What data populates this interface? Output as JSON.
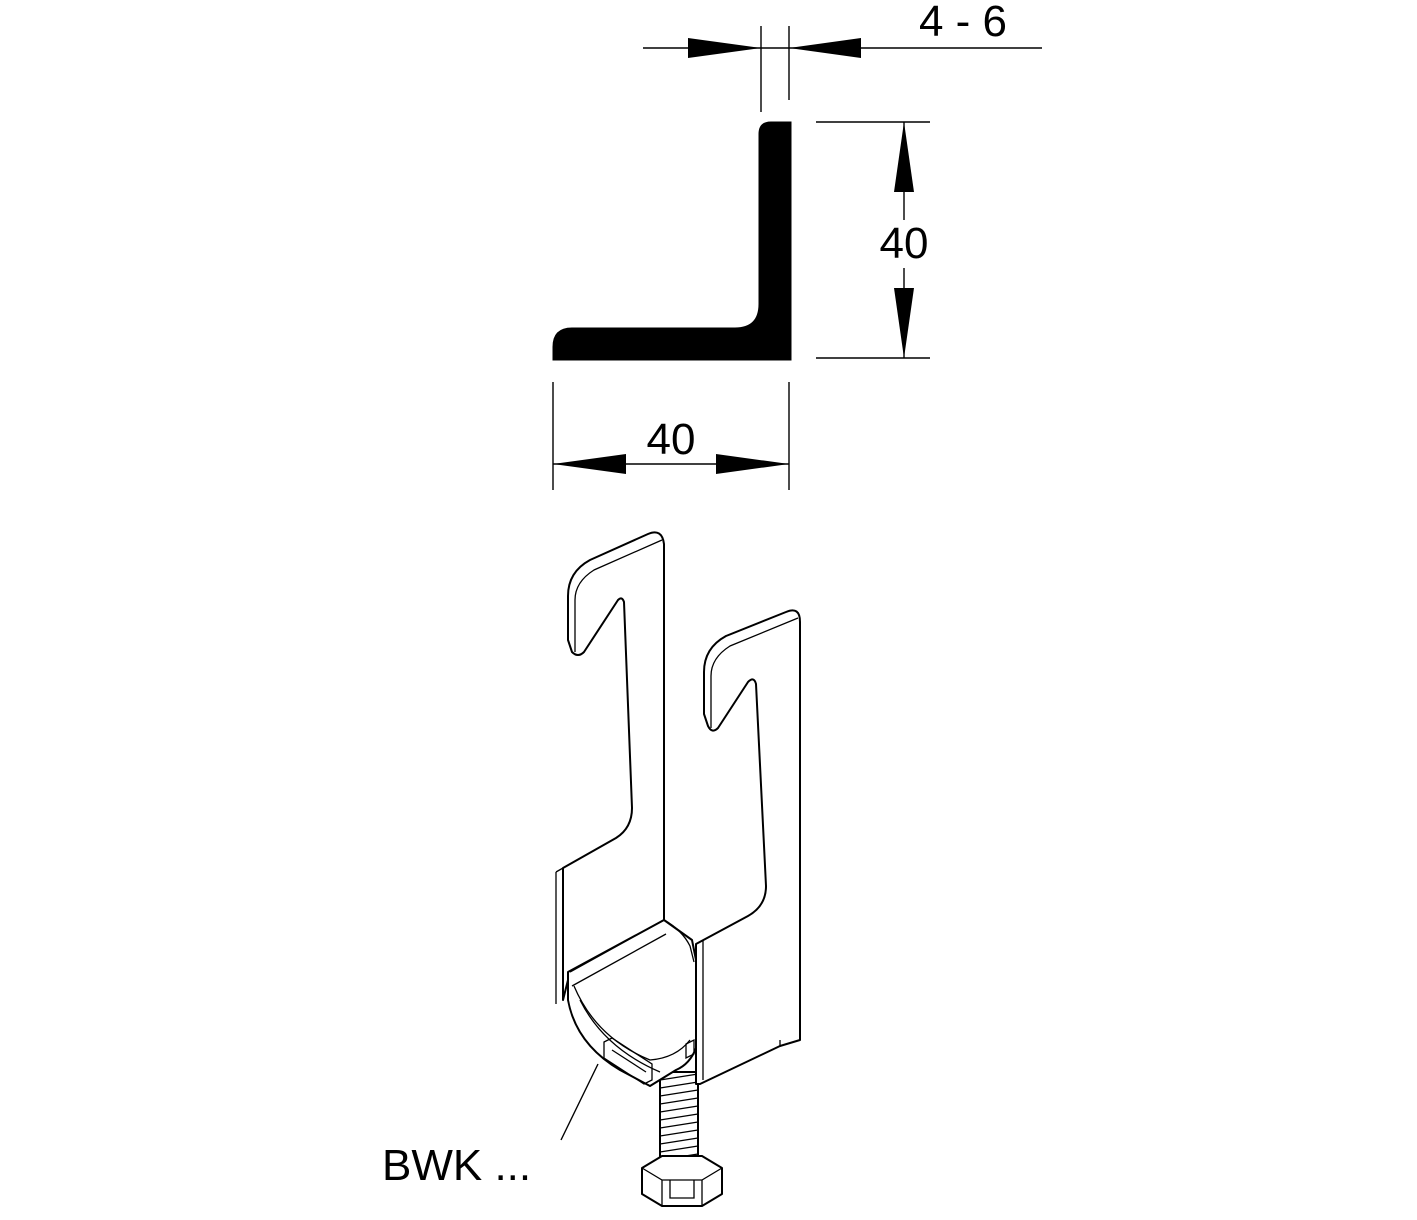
{
  "dimensions": {
    "thickness": "4 - 6",
    "height": "40",
    "width": "40"
  },
  "labels": {
    "part": "BWK ..."
  },
  "colors": {
    "ink": "#000000",
    "background": "#ffffff"
  }
}
